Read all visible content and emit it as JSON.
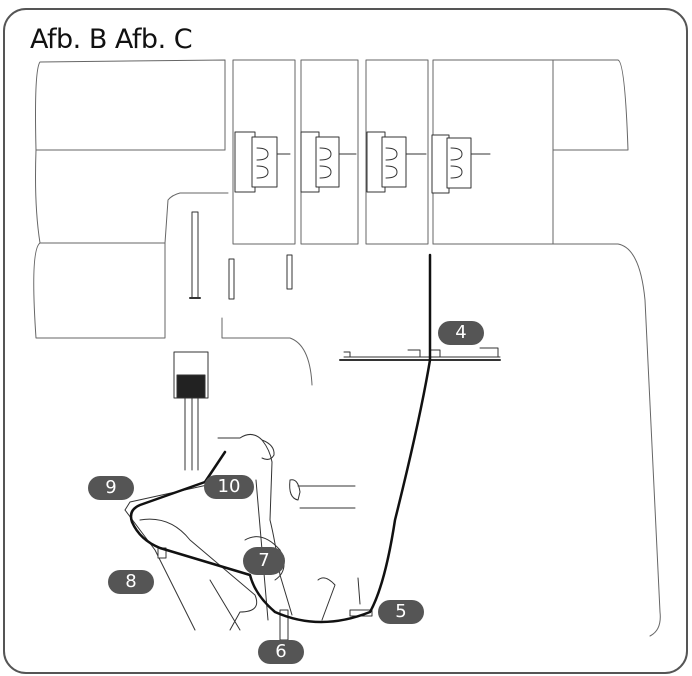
{
  "heading": "Afb. B Afb. C",
  "labels": {
    "l4": "4",
    "l5": "5",
    "l6": "6",
    "l7": "7",
    "l8": "8",
    "l9": "9",
    "l10": "10"
  },
  "colors": {
    "line": "#222222",
    "badge": "#555555",
    "badge_text": "#ffffff"
  }
}
